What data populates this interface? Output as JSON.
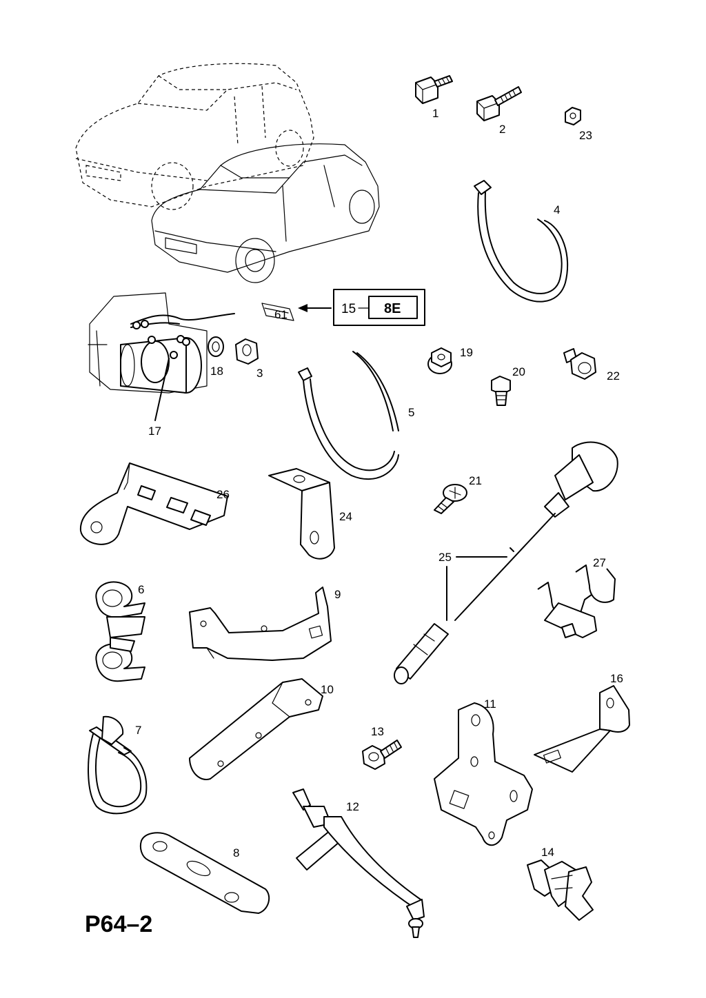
{
  "sheet_label": "P64–2",
  "label_box": {
    "ref": "15",
    "code": "8E",
    "tag_text": "61"
  },
  "parts": [
    {
      "ref": "1"
    },
    {
      "ref": "2"
    },
    {
      "ref": "23"
    },
    {
      "ref": "4"
    },
    {
      "ref": "18"
    },
    {
      "ref": "3"
    },
    {
      "ref": "17"
    },
    {
      "ref": "5"
    },
    {
      "ref": "19"
    },
    {
      "ref": "20"
    },
    {
      "ref": "22"
    },
    {
      "ref": "26"
    },
    {
      "ref": "24"
    },
    {
      "ref": "21"
    },
    {
      "ref": "25"
    },
    {
      "ref": "6"
    },
    {
      "ref": "9"
    },
    {
      "ref": "27"
    },
    {
      "ref": "10"
    },
    {
      "ref": "16"
    },
    {
      "ref": "11"
    },
    {
      "ref": "7"
    },
    {
      "ref": "13"
    },
    {
      "ref": "12"
    },
    {
      "ref": "8"
    },
    {
      "ref": "14"
    }
  ]
}
